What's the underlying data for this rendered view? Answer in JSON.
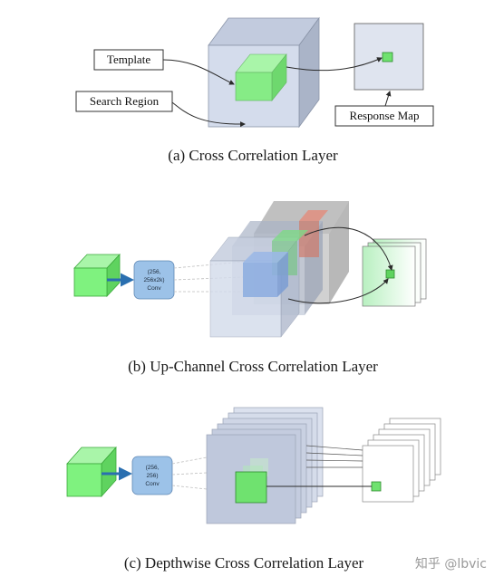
{
  "panel_a": {
    "caption": "(a)  Cross Correlation Layer",
    "template_label": "Template",
    "search_region_label": "Search Region",
    "response_map_label": "Response Map"
  },
  "panel_b": {
    "caption": "(b)  Up-Channel Cross Correlation Layer",
    "conv_lines": [
      "(256,",
      "256x2k)",
      "Conv"
    ]
  },
  "panel_c": {
    "caption": "(c)  Depthwise Cross Correlation Layer",
    "conv_lines": [
      "(256,",
      "256)",
      "Conv"
    ]
  },
  "watermark": "知乎 @lbvic",
  "colors": {
    "green": "#7ff27f",
    "green_edge": "#3aa83a",
    "blue_cube": "#cfd8ea",
    "blue_arrow": "#2a6fb0",
    "conv_box": "#9cc2e8",
    "line": "#2b2b2b"
  }
}
